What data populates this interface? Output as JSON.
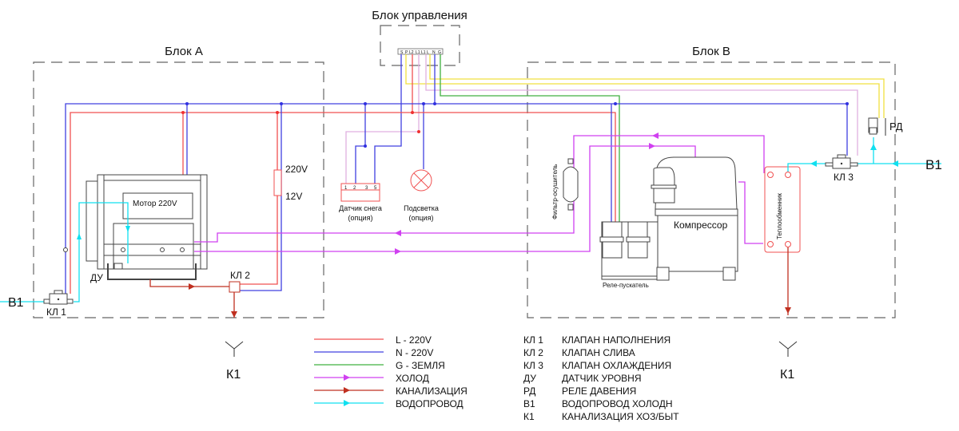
{
  "blocks": {
    "a": "Блок А",
    "b": "Блок В",
    "control": "Блок управления"
  },
  "terminals": [
    "S",
    "P",
    "L2",
    "L1",
    "L1",
    "L",
    "N",
    "G"
  ],
  "components": {
    "motor": "Мотор 220V",
    "transformer_high": "220V",
    "transformer_low": "12V",
    "du": "ДУ",
    "kl1": "КЛ 1",
    "kl2": "КЛ 2",
    "kl3": "КЛ 3",
    "rd": "РД",
    "b1_left": "В1",
    "b1_right": "В1",
    "k1_left": "К1",
    "k1_right": "К1",
    "snow_sensor": "Датчик снега",
    "snow_sensor_option": "(опция)",
    "snow_sensor_pins": [
      "1",
      "2",
      "3",
      "5"
    ],
    "backlight": "Подсветка",
    "backlight_option": "(опция)",
    "filter": "Фильтр-осушитель",
    "relay": "Реле-пускатель",
    "compressor": "Компрессор",
    "heat_exchanger": "Теплообменник"
  },
  "legend_lines": [
    {
      "label": "L - 220V",
      "color": "#f05050",
      "arrow": false
    },
    {
      "label": "N - 220V",
      "color": "#4040e0",
      "arrow": false
    },
    {
      "label": "G - ЗЕМЛЯ",
      "color": "#40b040",
      "arrow": false
    },
    {
      "label": "ХОЛОД",
      "color": "#d040f0",
      "arrow": true
    },
    {
      "label": "КАНАЛИЗАЦИЯ",
      "color": "#c03020",
      "arrow": true
    },
    {
      "label": "ВОДОПРОВОД",
      "color": "#10e0f0",
      "arrow": true
    }
  ],
  "legend_codes": [
    {
      "code": "КЛ 1",
      "desc": "КЛАПАН НАПОЛНЕНИЯ"
    },
    {
      "code": "КЛ 2",
      "desc": "КЛАПАН СЛИВА"
    },
    {
      "code": "КЛ 3",
      "desc": "КЛАПАН ОХЛАЖДЕНИЯ"
    },
    {
      "code": "ДУ",
      "desc": "ДАТЧИК УРОВНЯ"
    },
    {
      "code": "РД",
      "desc": "РЕЛЕ ДАВЕНИЯ"
    },
    {
      "code": "В1",
      "desc": "ВОДОПРОВОД ХОЛОДН"
    },
    {
      "code": "К1",
      "desc": "КАНАЛИЗАЦИЯ ХОЗ/БЫТ"
    }
  ],
  "colors": {
    "L": "#f05050",
    "N": "#4040e0",
    "G": "#40b040",
    "cold": "#d040f0",
    "drain": "#c03020",
    "water": "#10e0f0",
    "yellow": "#f0e040",
    "pink": "#e0b0e0"
  }
}
